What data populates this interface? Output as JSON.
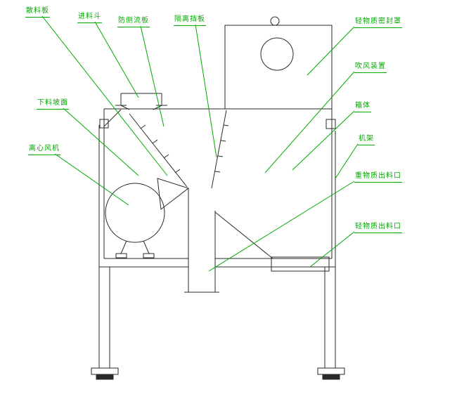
{
  "colors": {
    "label_green": "#00aa00",
    "line_ink": "#2a2a2a",
    "background": "#ffffff"
  },
  "labels": [
    {
      "id": "scatter-plate",
      "text": "散料板"
    },
    {
      "id": "feed-hopper",
      "text": "进料斗"
    },
    {
      "id": "anti-side-flow-plate",
      "text": "防侧流板"
    },
    {
      "id": "isolation-baffle",
      "text": "隔离挡板"
    },
    {
      "id": "light-material-seal-cover",
      "text": "轻物质密封罩"
    },
    {
      "id": "blowing-device",
      "text": "吹风装置"
    },
    {
      "id": "box-body",
      "text": "箱体"
    },
    {
      "id": "machine-frame",
      "text": "机架"
    },
    {
      "id": "heavy-material-outlet",
      "text": "重物质出料口"
    },
    {
      "id": "light-material-outlet",
      "text": "轻物质出料口"
    },
    {
      "id": "discharge-slope",
      "text": "下料坡面"
    },
    {
      "id": "centrifugal-fan",
      "text": "离心风机"
    }
  ]
}
